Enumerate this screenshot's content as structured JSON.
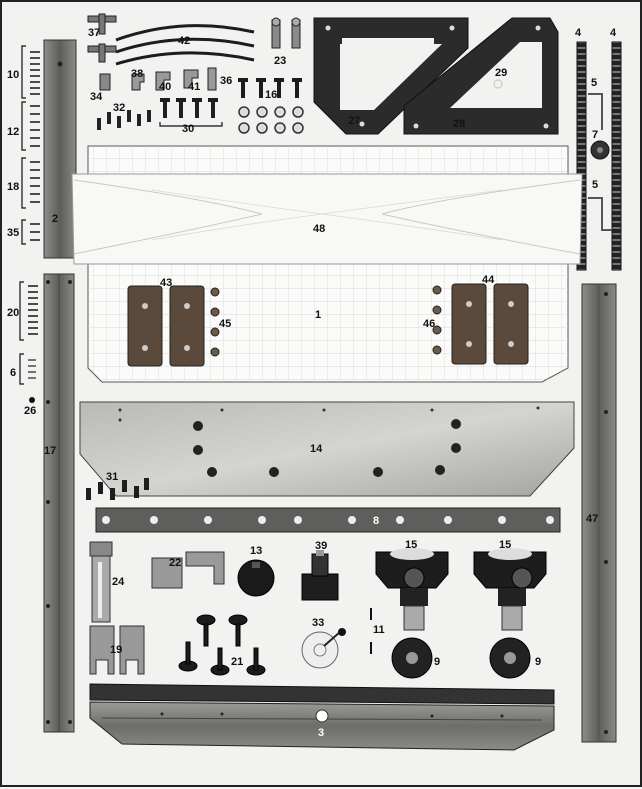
{
  "parts": {
    "p1": "1",
    "p2": "2",
    "p3": "3",
    "p4a": "4",
    "p4b": "4",
    "p5a": "5",
    "p5b": "5",
    "p6": "6",
    "p7": "7",
    "p8": "8",
    "p9a": "9",
    "p9b": "9",
    "p10": "10",
    "p11": "11",
    "p12": "12",
    "p13": "13",
    "p14": "14",
    "p15a": "15",
    "p15b": "15",
    "p16": "16",
    "p17": "17",
    "p18": "18",
    "p19": "19",
    "p20": "20",
    "p21": "21",
    "p22": "22",
    "p23": "23",
    "p24": "24",
    "p26": "26",
    "p27": "27",
    "p28": "28",
    "p29": "29",
    "p30": "30",
    "p31": "31",
    "p32": "32",
    "p33": "33",
    "p34": "34",
    "p35": "35",
    "p36": "36",
    "p37": "37",
    "p38": "38",
    "p39": "39",
    "p40": "40",
    "p41": "41",
    "p42": "42",
    "p43": "43",
    "p44": "44",
    "p45": "45",
    "p46": "46",
    "p47": "47",
    "p48": "48"
  },
  "colors": {
    "metal": "#7a7a78",
    "dark_metal": "#2a2a2a",
    "wood": "#5a4a3a",
    "board": "#f7f7f5",
    "background": "#f2f2f0"
  }
}
